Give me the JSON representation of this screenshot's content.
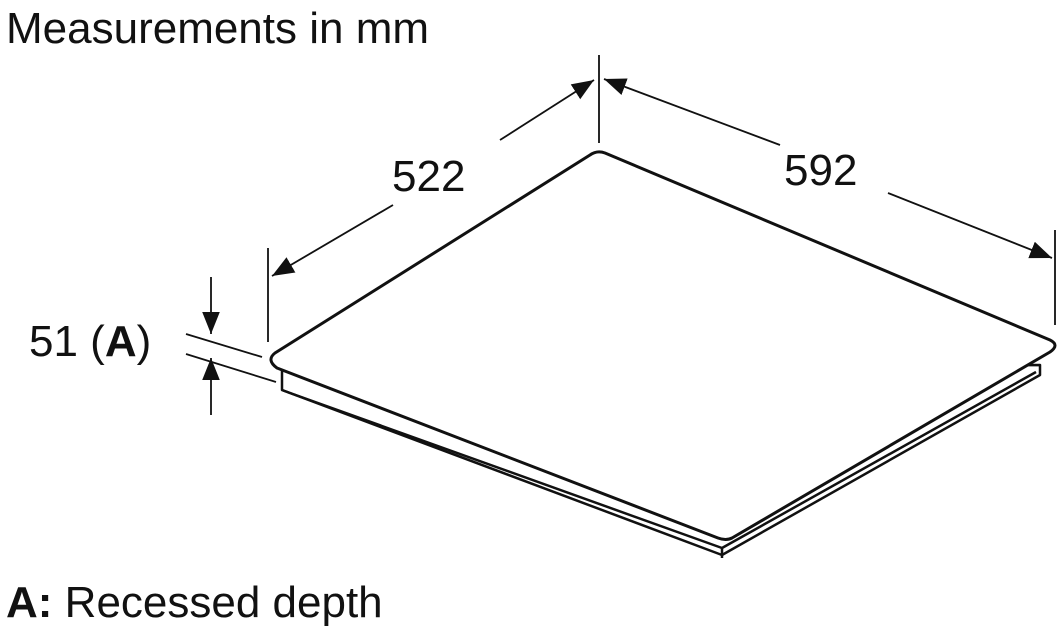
{
  "title": "Measurements in mm",
  "dimensions": {
    "width_label": "592",
    "depth_label": "522",
    "height_value": "51",
    "height_open": " (",
    "height_ref": "A",
    "height_close": ")"
  },
  "legend": {
    "key": "A:",
    "text": " Recessed depth"
  }
}
